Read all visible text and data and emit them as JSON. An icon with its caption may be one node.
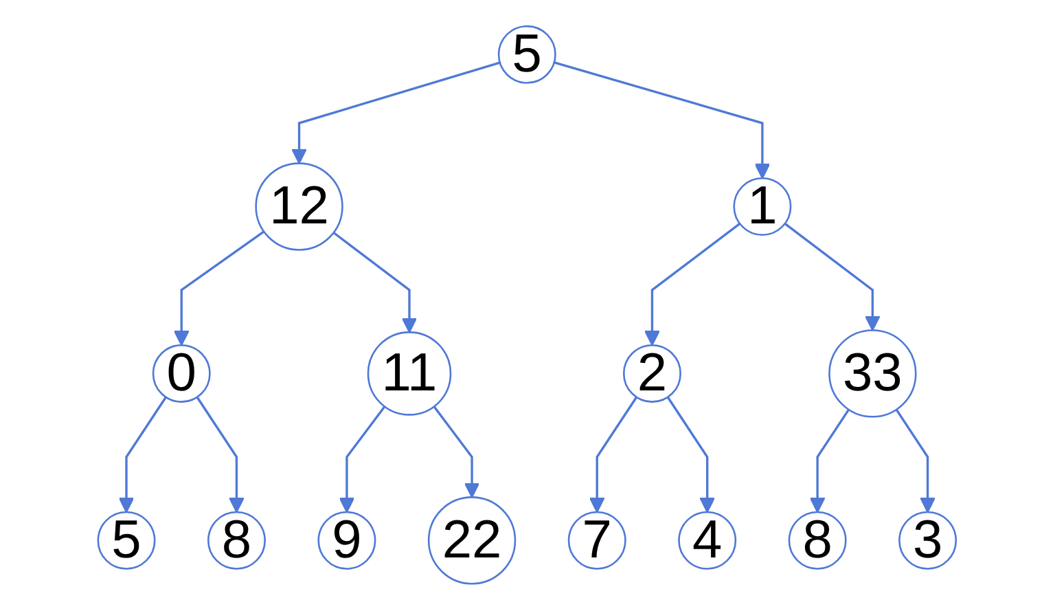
{
  "diagram": {
    "nodes": [
      {
        "text": [
          "5"
        ]
      },
      {
        "text": [
          "12"
        ]
      },
      {
        "text": [
          "1"
        ]
      },
      {
        "text": [
          "0"
        ]
      },
      {
        "text": [
          "11"
        ]
      },
      {
        "text": [
          "2"
        ]
      },
      {
        "text": [
          "33"
        ]
      },
      {
        "text": [
          "5"
        ]
      },
      {
        "text": [
          "8"
        ]
      },
      {
        "text": [
          "9"
        ]
      },
      {
        "text": [
          "22"
        ]
      },
      {
        "text": [
          "7"
        ]
      },
      {
        "text": [
          "4"
        ]
      },
      {
        "text": [
          "8"
        ]
      },
      {
        "text": [
          "3"
        ]
      }
    ],
    "edges": [
      {
        "from": 0,
        "to": 1,
        "arrow": "to"
      },
      {
        "from": 0,
        "to": 2,
        "arrow": "to"
      },
      {
        "from": 1,
        "to": 3,
        "arrow": "to"
      },
      {
        "from": 1,
        "to": 4,
        "arrow": "to"
      },
      {
        "from": 2,
        "to": 5,
        "arrow": "to"
      },
      {
        "from": 2,
        "to": 6,
        "arrow": "to"
      },
      {
        "from": 3,
        "to": 7,
        "arrow": "to"
      },
      {
        "from": 3,
        "to": 8,
        "arrow": "to"
      },
      {
        "from": 4,
        "to": 9,
        "arrow": "to"
      },
      {
        "from": 4,
        "to": 10,
        "arrow": "to"
      },
      {
        "from": 5,
        "to": 11,
        "arrow": "to"
      },
      {
        "from": 5,
        "to": 12,
        "arrow": "to"
      },
      {
        "from": 6,
        "to": 13,
        "arrow": "to"
      },
      {
        "from": 6,
        "to": 14,
        "arrow": "to"
      }
    ]
  }
}
